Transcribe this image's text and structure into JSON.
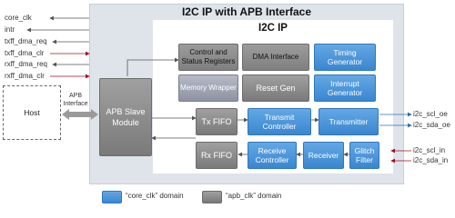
{
  "outer_title": "I2C IP with APB Interface",
  "inner_title": "I2C IP",
  "left_signals": [
    "core_clk",
    "intr",
    "txff_dma_req",
    "txff_dma_clr",
    "rxff_dma_req",
    "rxff_dma_clr"
  ],
  "host": "Host",
  "apb_interface_label": [
    "APB",
    "Interface"
  ],
  "apb_slave": [
    "APB Slave",
    "Module"
  ],
  "blocks": {
    "csr": [
      "Control and",
      "Status Registers"
    ],
    "dma": "DMA Interface",
    "timing": [
      "Timing",
      "Generator"
    ],
    "memwrap": "Memory Wrapper",
    "reset": "Reset Gen",
    "interrupt": [
      "Interrupt",
      "Generator"
    ],
    "txfifo": "Tx FIFO",
    "txctrl": [
      "Transmit",
      "Controller"
    ],
    "transmitter": "Transmitter",
    "rxfifo": "Rx FIFO",
    "rxctrl": [
      "Receive",
      "Controller"
    ],
    "receiver": "Receiver",
    "glitch": [
      "Glitch",
      "Filter"
    ]
  },
  "right_signals": [
    "i2c_scl_oe",
    "i2c_sda_oe",
    "i2c_scl_in",
    "i2c_sda_in"
  ],
  "legend": {
    "core_domain": "“core_clk” domain",
    "apb_domain": "“apb_clk” domain"
  },
  "colors": {
    "core_clk_blue": "#3a86cf",
    "apb_clk_gray": "#8a8a8a",
    "input_arrow_red": "#a01020",
    "output_arrow_blue": "#2f6fb0"
  }
}
